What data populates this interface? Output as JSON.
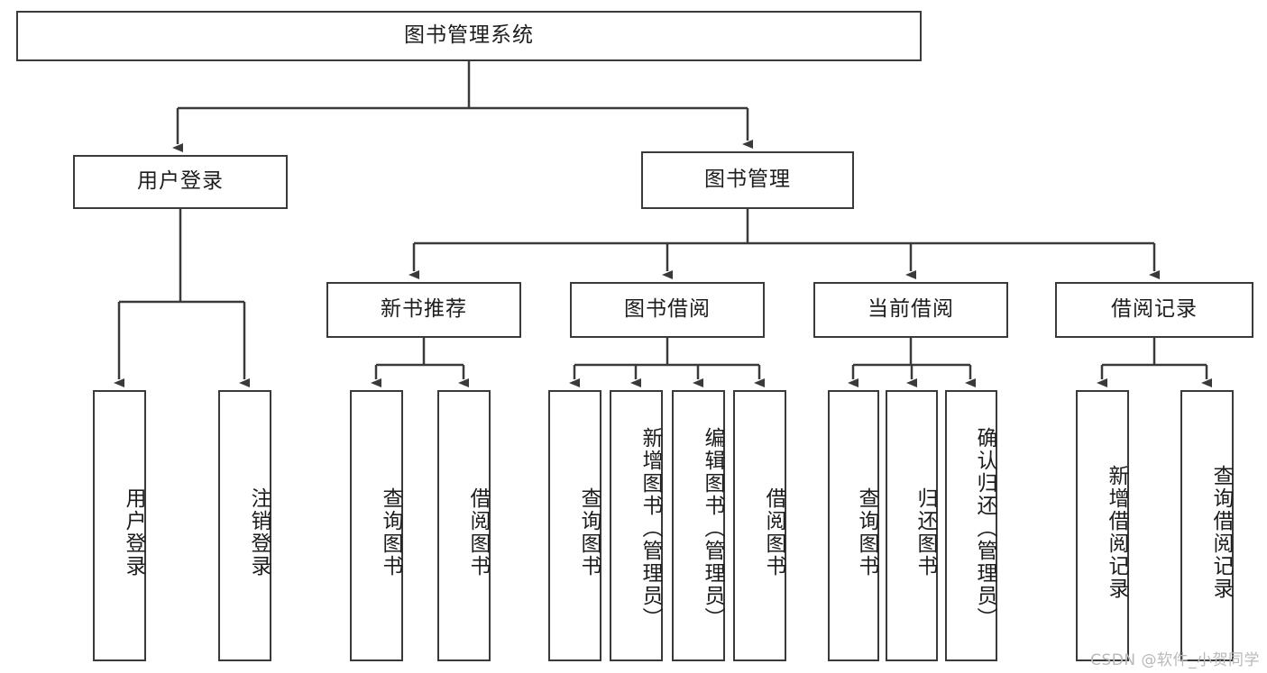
{
  "diagram": {
    "type": "hierarchy-tree",
    "title": "图书管理系统",
    "watermark": "CSDN @软件_小贺同学",
    "colors": {
      "stroke": "#3a3a3a",
      "fill": "#ffffff",
      "text": "#1d1d1d",
      "watermark": "#b9b9b9"
    },
    "nodes": {
      "root": {
        "label": "图书管理系统"
      },
      "level2": [
        {
          "id": "user-login",
          "label": "用户登录"
        },
        {
          "id": "book-management",
          "label": "图书管理"
        }
      ],
      "level3": [
        {
          "id": "new-book-recommend",
          "label": "新书推荐"
        },
        {
          "id": "book-borrow",
          "label": "图书借阅"
        },
        {
          "id": "current-borrow",
          "label": "当前借阅"
        },
        {
          "id": "borrow-record",
          "label": "借阅记录"
        }
      ],
      "leaves": {
        "user_login": [
          {
            "id": "leaf-user-login",
            "label": "用户登录"
          },
          {
            "id": "leaf-logout-login",
            "label": "注销登录"
          }
        ],
        "new_book_recommend": [
          {
            "id": "leaf-query-book-1",
            "label": "查询图书"
          },
          {
            "id": "leaf-borrow-book-1",
            "label": "借阅图书"
          }
        ],
        "book_borrow": [
          {
            "id": "leaf-query-book-2",
            "label": "查询图书"
          },
          {
            "id": "leaf-add-book",
            "label": "新增图书（管理员）"
          },
          {
            "id": "leaf-edit-book",
            "label": "编辑图书（管理员）"
          },
          {
            "id": "leaf-borrow-book-2",
            "label": "借阅图书"
          }
        ],
        "current_borrow": [
          {
            "id": "leaf-query-book-3",
            "label": "查询图书"
          },
          {
            "id": "leaf-return-book",
            "label": "归还图书"
          },
          {
            "id": "leaf-confirm-return",
            "label": "确认归还（管理员）"
          }
        ],
        "borrow_record": [
          {
            "id": "leaf-add-record",
            "label": "新增借阅记录"
          },
          {
            "id": "leaf-query-record",
            "label": "查询借阅记录"
          }
        ]
      }
    }
  }
}
